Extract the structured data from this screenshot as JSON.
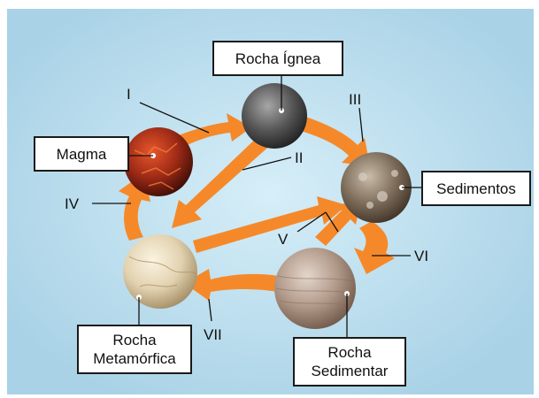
{
  "labels": {
    "rocha_ignea": "Rocha Ígnea",
    "magma": "Magma",
    "sedimentos": "Sedimentos",
    "rocha_metamorfica_line1": "Rocha",
    "rocha_metamorfica_line2": "Metamórfica",
    "rocha_sedimentar_line1": "Rocha",
    "rocha_sedimentar_line2": "Sedimentar"
  },
  "roman_numerals": {
    "i": "I",
    "ii": "II",
    "iii": "III",
    "iv": "IV",
    "v": "V",
    "vi": "VI",
    "vii": "VII"
  },
  "colors": {
    "background": "#b9dcec",
    "arrow": "#f5892a",
    "magma": "#b8321c",
    "igneous": "#5c5c5c",
    "sediments": "#8a7966",
    "sedimentary": "#b39a8c",
    "metamorphic": "#e8dcc0"
  }
}
